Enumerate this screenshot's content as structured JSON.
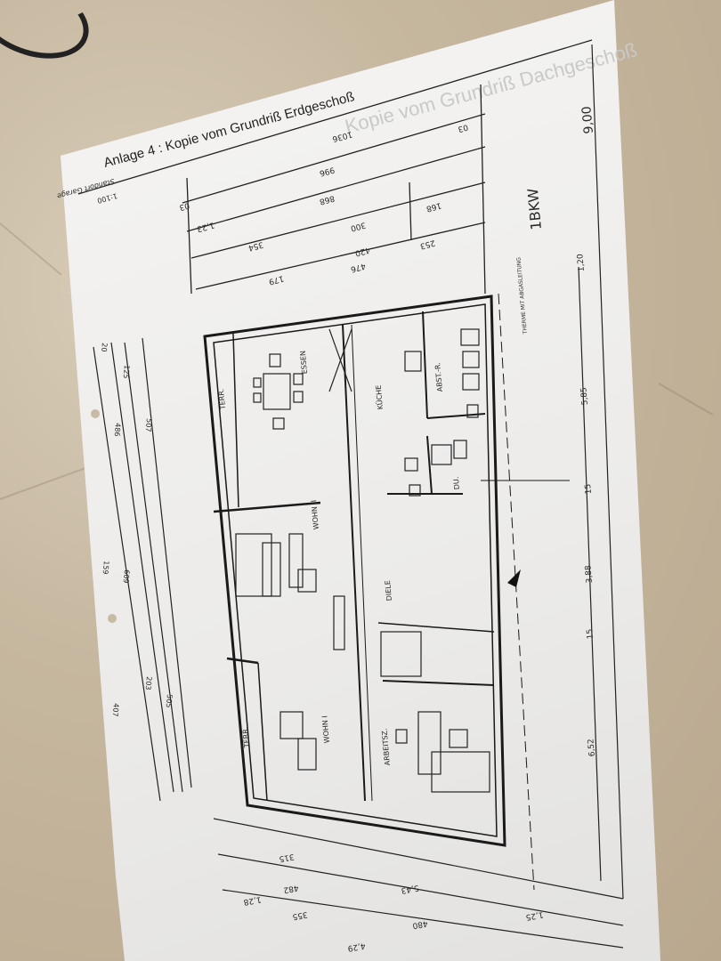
{
  "document": {
    "title": "Anlage 4 : Kopie vom Grundriß Erdgeschoß",
    "ghost_title": "Kopie vom Grundriß Dachgeschoß",
    "scale_note": "Standort Garage",
    "scale_value": "1:100",
    "unit_label": "1BKW",
    "total_width": "9,00"
  },
  "rooms": [
    {
      "label": "TERR."
    },
    {
      "label": "ESSEN"
    },
    {
      "label": "KÜCHE"
    },
    {
      "label": "ABST.-R."
    },
    {
      "label": "DU."
    },
    {
      "label": "WOHN II"
    },
    {
      "label": "DIELE"
    },
    {
      "label": "WOHN I"
    },
    {
      "label": "ARBEITSZ."
    },
    {
      "label": "TERR."
    }
  ],
  "annotations": {
    "heating_note": "THERME MIT ABGASLEITUNG"
  },
  "dimensions": {
    "top": [
      "1036",
      "996",
      "868",
      "03",
      "03",
      "168",
      "300",
      "354",
      "420",
      "476",
      "253",
      "179",
      "1,23"
    ],
    "left": [
      "407",
      "486",
      "159",
      "609",
      "507",
      "203",
      "505",
      "125",
      "20"
    ],
    "right": [
      "5,85",
      "3,88",
      "6,52",
      "1,20",
      "15",
      "15"
    ],
    "bottom": [
      "4,29",
      "480",
      "5,43",
      "355",
      "482",
      "315",
      "1,28",
      "1,25"
    ]
  }
}
